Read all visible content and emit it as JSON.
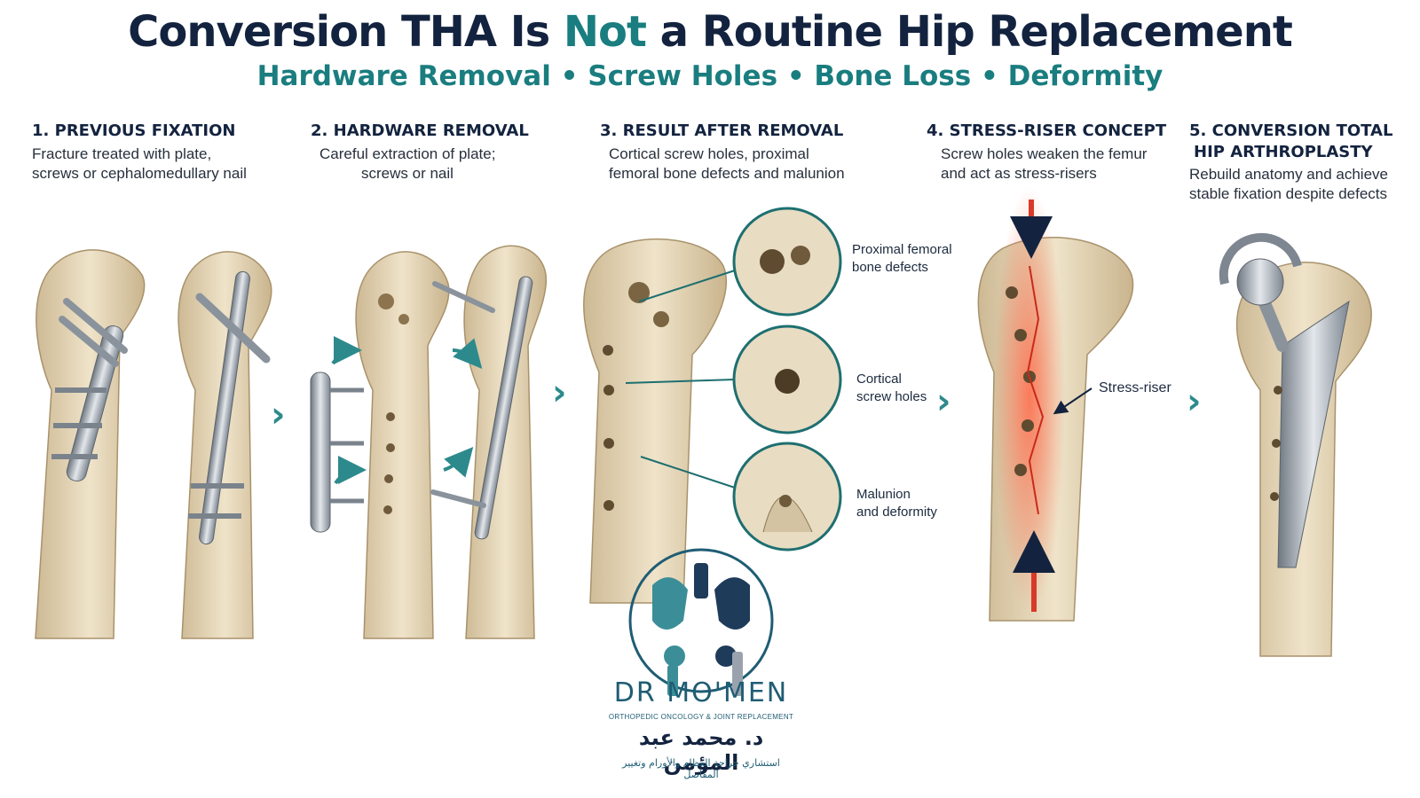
{
  "header": {
    "title_part1": "Conversion THA Is ",
    "title_accent": "Not",
    "title_part2": " a Routine Hip Replacement",
    "subtitle": "Hardware Removal • Screw Holes • Bone Loss • Deformity"
  },
  "steps": [
    {
      "heading": "1. PREVIOUS FIXATION",
      "desc_line1": "Fracture treated with plate,",
      "desc_line2": "screws or cephalomedullary nail"
    },
    {
      "heading": "2. HARDWARE REMOVAL",
      "desc_line1": "Careful extraction of plate;",
      "desc_line2": "screws or nail"
    },
    {
      "heading": "3. RESULT AFTER REMOVAL",
      "desc_line1": "Cortical screw holes, proximal",
      "desc_line2": "femoral bone defects and malunion"
    },
    {
      "heading": "4. STRESS-RISER CONCEPT",
      "desc_line1": "Screw holes weaken the femur",
      "desc_line2": "and act as stress-risers"
    },
    {
      "heading_line1": "5. CONVERSION TOTAL",
      "heading_line2": "HIP ARTHROPLASTY",
      "desc_line1": "Rebuild anatomy and achieve",
      "desc_line2": "stable fixation despite defects"
    }
  ],
  "callouts": {
    "proximal_line1": "Proximal femoral",
    "proximal_line2": "bone defects",
    "cortical_line1": "Cortical",
    "cortical_line2": "screw holes",
    "malunion_line1": "Malunion",
    "malunion_line2": "and deformity",
    "stress_riser": "Stress-riser"
  },
  "logo": {
    "name": "DR MO'MEN",
    "tagline": "ORTHOPEDIC ONCOLOGY & JOINT REPLACEMENT",
    "arabic_name": "د. محمد عبد المؤمن",
    "arabic_tagline": "استشاري جراحة العظام والأورام وتغيير المفاصل"
  },
  "icons": [
    "chevron-right-icon",
    "arrow-icon"
  ],
  "colors": {
    "title": "#13233f",
    "accent": "#1a7d7f",
    "bone": "#e9dcc0",
    "metal": "#9aa3ad",
    "stress": "#d83a2a"
  }
}
